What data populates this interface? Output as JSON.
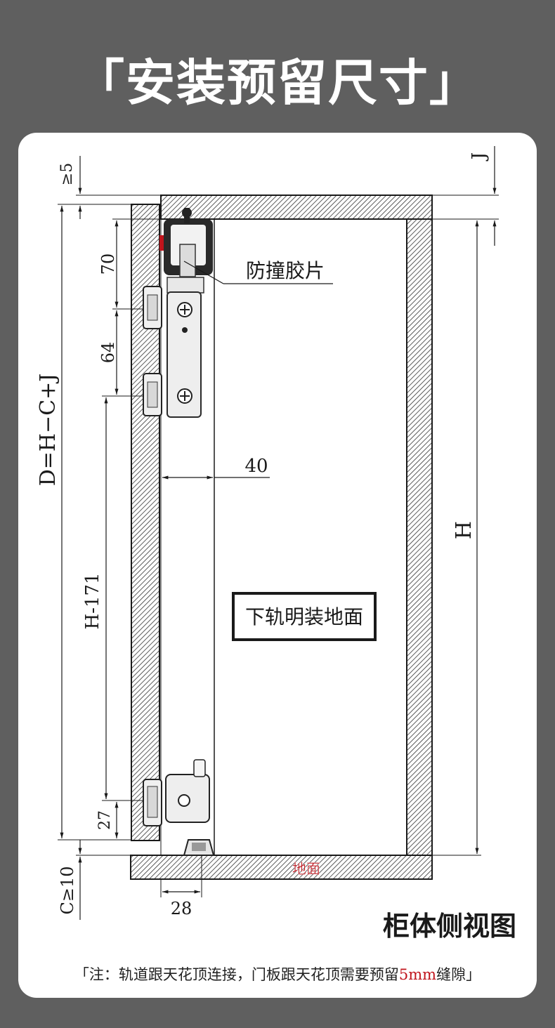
{
  "title": "「安装预留尺寸」",
  "labels": {
    "gap_top": "≥5",
    "j": "J",
    "buffer": "防撞胶片",
    "d_formula": "D=H−C+J",
    "dim_70": "70",
    "dim_64": "64",
    "dim_40": "40",
    "h": "H",
    "dim_h171": "H-171",
    "dim_27": "27",
    "track_box": "下轨明装地面",
    "floor": "地面",
    "c_min": "C≥10",
    "dim_28": "28",
    "view_name": "柜体侧视图"
  },
  "note": {
    "before": "「注：轨道跟天花顶连接，门板跟天花顶需要预留",
    "highlight": "5mm",
    "after": "缝隙」"
  },
  "colors": {
    "background": "#5f5f5f",
    "card": "#ffffff",
    "line": "#1a1a1a",
    "highlight": "#c0141c"
  }
}
